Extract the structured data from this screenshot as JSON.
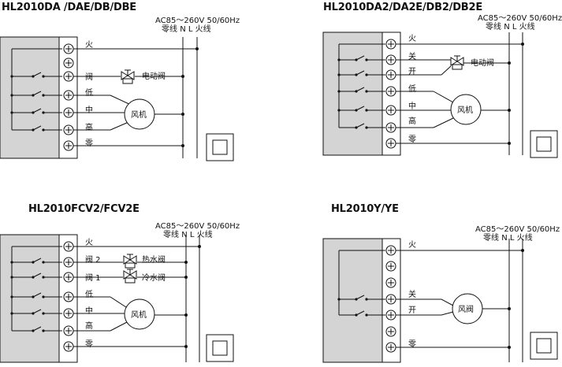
{
  "diagrams": [
    {
      "title": "HL2010DA /DAE/DB/DBE",
      "supply": {
        "spec": "AC85～260V  50/60Hz",
        "neutral": "零线",
        "n": "N",
        "l": "L",
        "live": "火线"
      },
      "terminals": [
        "火",
        "阀",
        "低",
        "中",
        "高",
        "零"
      ],
      "valve": "电动阀",
      "fan": "风机"
    },
    {
      "title": "HL2010DA2/DA2E/DB2/DB2E",
      "supply": {
        "spec": "AC85～260V  50/60Hz",
        "neutral": "零线",
        "n": "N",
        "l": "L",
        "live": "火线"
      },
      "terminals": [
        "火",
        "关",
        "开",
        "低",
        "中",
        "高",
        "零"
      ],
      "valve": "电动阀",
      "fan": "风机"
    },
    {
      "title": "HL2010FCV2/FCV2E",
      "supply": {
        "spec": "AC85～260V  50/60Hz",
        "neutral": "零线",
        "n": "N",
        "l": "L",
        "live": "火线"
      },
      "terminals": [
        "火",
        "阀 2",
        "阀 1",
        "低",
        "中",
        "高",
        "零"
      ],
      "valve_hot": "热水阀",
      "valve_cold": "冷水阀",
      "fan": "风机"
    },
    {
      "title": "HL2010Y/YE",
      "supply": {
        "spec": "AC85～260V  50/60Hz",
        "neutral": "零线",
        "n": "N",
        "l": "L",
        "live": "火线"
      },
      "terminals": [
        "火",
        "关",
        "开",
        "零"
      ],
      "valve": "风阀"
    }
  ]
}
